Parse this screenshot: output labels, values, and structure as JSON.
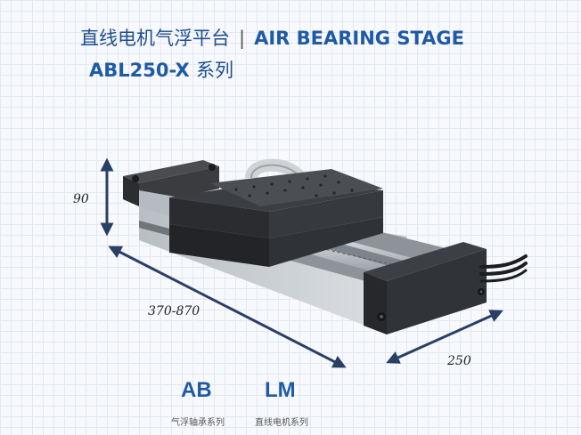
{
  "title": {
    "zh": "直线电机气浮平台",
    "separator": "|",
    "en": "AIR BEARING STAGE"
  },
  "subtitle": {
    "model": "ABL250-X",
    "suffix": "系列"
  },
  "dimensions": {
    "height": "90",
    "length": "370-870",
    "width": "250"
  },
  "series": [
    {
      "code": "AB",
      "desc": "气浮轴承系列"
    },
    {
      "code": "LM",
      "desc": "直线电机系列"
    }
  ],
  "colors": {
    "brand": "#1f5aa6",
    "arrow": "#2a3f66"
  }
}
